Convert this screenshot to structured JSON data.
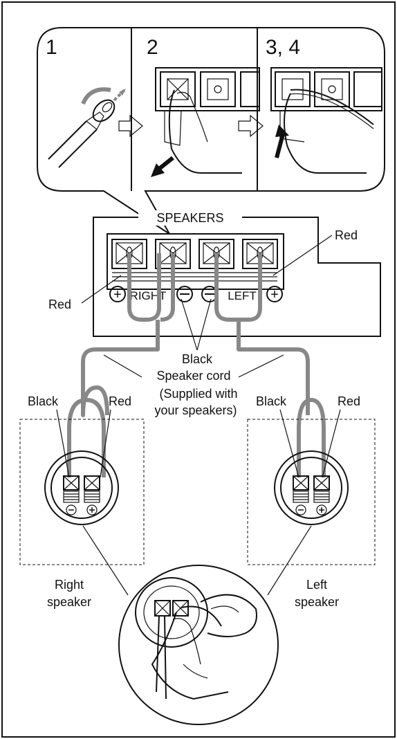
{
  "steps": [
    {
      "label": "1"
    },
    {
      "label": "2"
    },
    {
      "label": "3, 4"
    }
  ],
  "receiver_panel": {
    "title": "SPEAKERS",
    "right_label": "RIGHT",
    "left_label": "LEFT",
    "plus_symbol": "+",
    "minus_symbol": "−"
  },
  "callouts": {
    "red_top_right": "Red",
    "red_left": "Red",
    "black_mid": "Black",
    "speaker_cord": "Speaker cord",
    "supplied_1": "(Supplied with",
    "supplied_2": "your speakers)"
  },
  "right_speaker": {
    "black": "Black",
    "red": "Red",
    "name_1": "Right",
    "name_2": "speaker"
  },
  "left_speaker": {
    "black": "Black",
    "red": "Red",
    "name_1": "Left",
    "name_2": "speaker"
  },
  "colors": {
    "outline": "#111111",
    "cord": "#888888",
    "background": "#ffffff"
  }
}
